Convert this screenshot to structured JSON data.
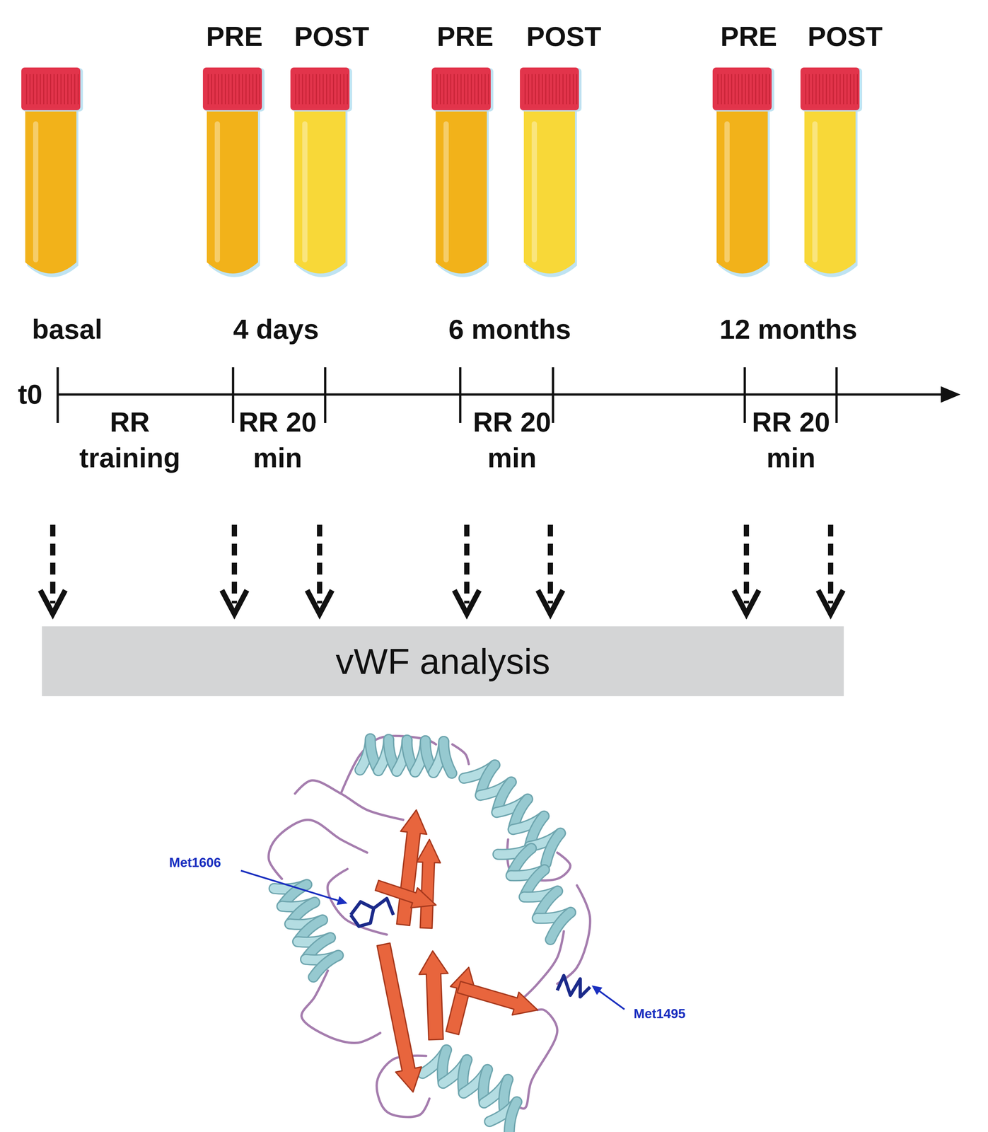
{
  "diagram": {
    "nodes": [
      {
        "text": [
          "vWF analysis"
        ]
      }
    ],
    "edges": [],
    "labels": [
      "PRE",
      "POST",
      "PRE",
      "POST",
      "PRE",
      "POST",
      "basal",
      "4 days",
      "6 months",
      "12 months",
      "t0",
      "RR training",
      "RR 20 min",
      "RR 20 min",
      "RR 20 min",
      "Met1606",
      "Met1495"
    ]
  }
}
